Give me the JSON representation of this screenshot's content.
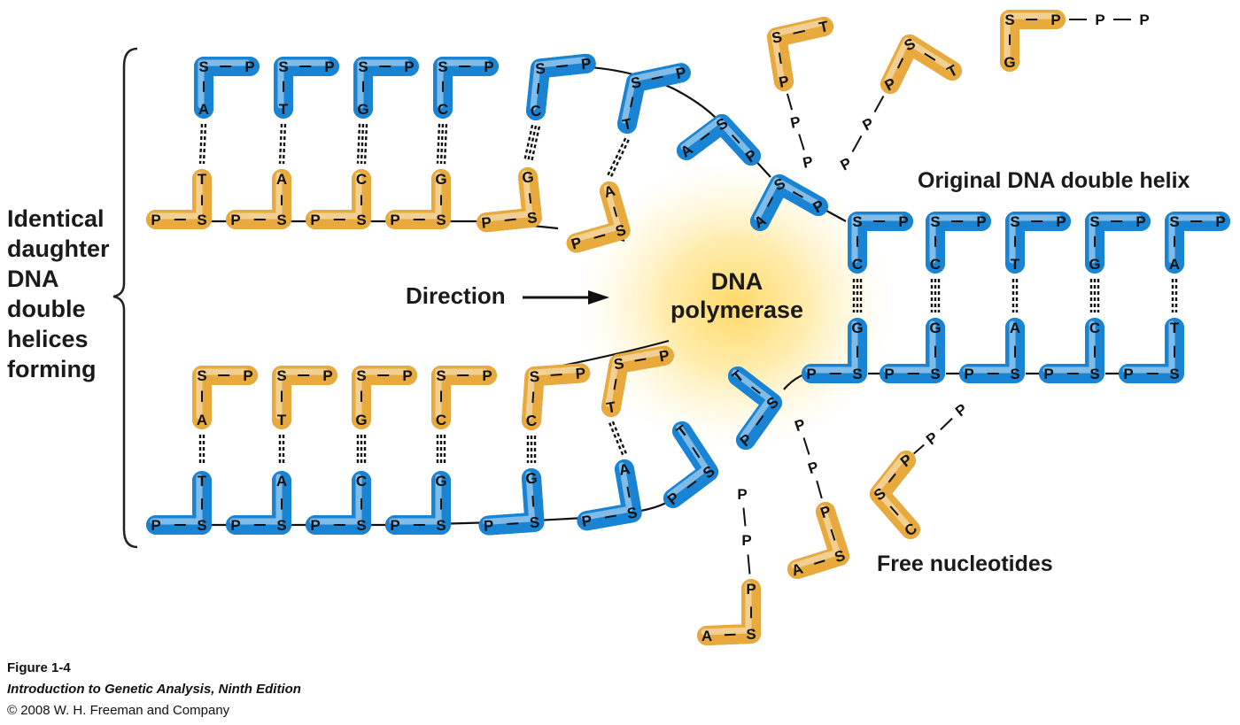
{
  "colors": {
    "blue_strand": "#1a84d4",
    "blue_edge": "#0b5ea3",
    "orange_strand": "#e8aa3c",
    "orange_edge": "#b37a1c",
    "polymerase_glow": "#ffd75e",
    "text": "#1a1a1a"
  },
  "labels": {
    "left": [
      "Identical",
      "daughter",
      "DNA",
      "double",
      "helices",
      "forming"
    ],
    "direction": "Direction",
    "polymerase": [
      "DNA",
      "polymerase"
    ],
    "original": "Original DNA double helix",
    "free_nucleotides": "Free nucleotides"
  },
  "caption": {
    "figure": "Figure 1-4",
    "book": "Introduction to Genetic Analysis, Ninth Edition",
    "copyright": "© 2008 W. H. Freeman and Company"
  },
  "strand_letters": {
    "sugar": "S",
    "phosphate": "P"
  },
  "upper_daughter": {
    "top_strand": [
      "A",
      "T",
      "G",
      "C",
      "C",
      "T",
      "A",
      "A"
    ],
    "bottom_strand": [
      "T",
      "A",
      "C",
      "G",
      "G",
      "A"
    ]
  },
  "lower_daughter": {
    "top_strand": [
      "A",
      "T",
      "G",
      "C",
      "C",
      "T"
    ],
    "bottom_strand": [
      "T",
      "A",
      "C",
      "G",
      "G",
      "A",
      "T",
      "T"
    ]
  },
  "original_helix": {
    "top_strand": [
      "C",
      "C",
      "T",
      "G",
      "A"
    ],
    "bottom_strand": [
      "G",
      "G",
      "A",
      "C",
      "T"
    ]
  },
  "free_nucleotides": [
    {
      "base": "T",
      "label": "S-P-P-P"
    },
    {
      "base": "T",
      "label": "S-P-P-P"
    },
    {
      "base": "G",
      "label": "S-P-P-P"
    },
    {
      "base": "C",
      "label": "S-P-P-P"
    },
    {
      "base": "A",
      "label": "S-P-P-P"
    },
    {
      "base": "A",
      "label": "S-P-P-P"
    }
  ]
}
